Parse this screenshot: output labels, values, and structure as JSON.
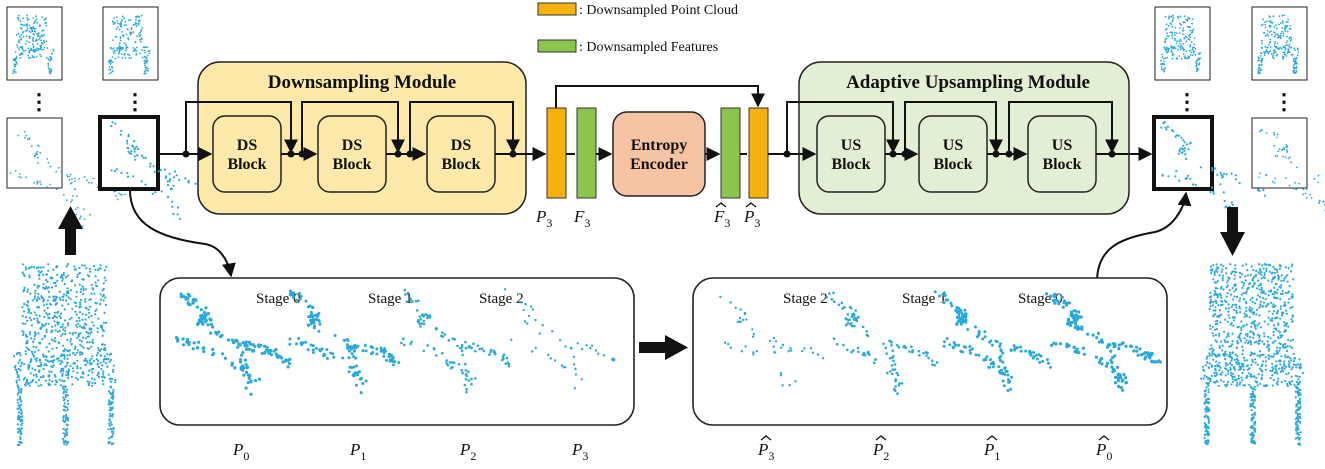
{
  "legend": {
    "point_cloud": ": Downsampled Point Cloud",
    "features": ": Downsampled Features",
    "point_cloud_color": "#f6b10e",
    "features_color": "#8cc54d"
  },
  "downsampling_module": {
    "title": "Downsampling Module",
    "color": "#fde9a9",
    "blocks": [
      {
        "line1": "DS",
        "line2": "Block"
      },
      {
        "line1": "DS",
        "line2": "Block"
      },
      {
        "line1": "DS",
        "line2": "Block"
      }
    ]
  },
  "upsampling_module": {
    "title": "Adaptive Upsampling  Module",
    "color": "#e3efd4",
    "blocks": [
      {
        "line1": "US",
        "line2": "Block"
      },
      {
        "line1": "US",
        "line2": "Block"
      },
      {
        "line1": "US",
        "line2": "Block"
      }
    ]
  },
  "entropy_encoder": {
    "line1": "Entropy",
    "line2": "Encoder",
    "color": "#f6c4a4"
  },
  "bar_labels": [
    {
      "base": "P",
      "hat": false,
      "sub": "3"
    },
    {
      "base": "F",
      "hat": false,
      "sub": "3"
    },
    {
      "base": "F",
      "hat": true,
      "sub": "3"
    },
    {
      "base": "P",
      "hat": true,
      "sub": "3"
    }
  ],
  "stages_left": [
    "Stage 0",
    "Stage 1",
    "Stage 2"
  ],
  "stages_right": [
    "Stage 2",
    "Stage 1",
    "Stage 0"
  ],
  "bottom_labels_left": [
    {
      "base": "P",
      "hat": false,
      "sub": "0"
    },
    {
      "base": "P",
      "hat": false,
      "sub": "1"
    },
    {
      "base": "P",
      "hat": false,
      "sub": "2"
    },
    {
      "base": "P",
      "hat": false,
      "sub": "3"
    }
  ],
  "bottom_labels_right": [
    {
      "base": "P",
      "hat": true,
      "sub": "3"
    },
    {
      "base": "P",
      "hat": true,
      "sub": "2"
    },
    {
      "base": "P",
      "hat": true,
      "sub": "1"
    },
    {
      "base": "P",
      "hat": true,
      "sub": "0"
    }
  ],
  "ellipsis": "⋮",
  "point_color": "#29a8dc"
}
